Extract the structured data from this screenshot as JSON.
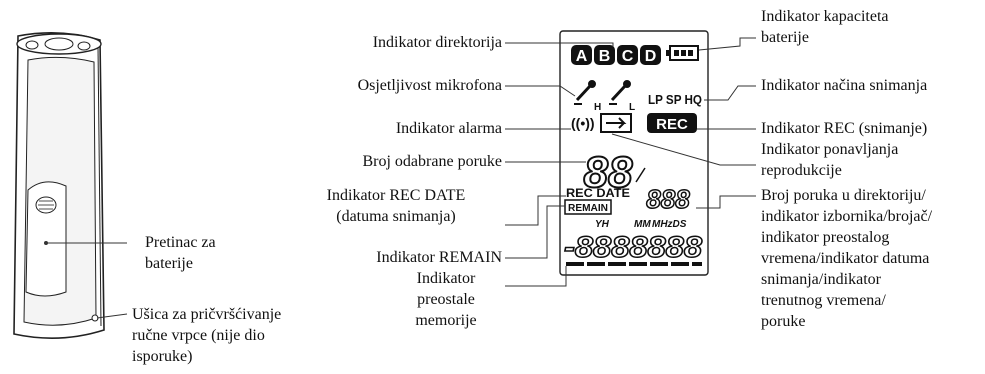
{
  "labels": {
    "directory": "Indikator direktorija",
    "mic_sensitivity": "Osjetljivost mikrofona",
    "alarm": "Indikator alarma",
    "selected_message": "Broj odabrane poruke",
    "rec_date_1": "Indikator REC DATE",
    "rec_date_2": "(datuma snimanja)",
    "remain": "Indikator REMAIN",
    "remaining_memory_1": "Indikator",
    "remaining_memory_2": "preostale",
    "remaining_memory_3": "memorije",
    "battery_capacity_1": "Indikator kapaciteta",
    "battery_capacity_2": "baterije",
    "rec_mode": "Indikator načina snimanja",
    "rec": "Indikator REC (snimanje)",
    "repeat_1": "Indikator ponavljanja",
    "repeat_2": "reprodukcije",
    "message_count_1": "Broj poruka u direktoriju/",
    "message_count_2": "indikator izbornika/brojač/",
    "message_count_3": "indikator preostalog",
    "message_count_4": "vremena/indikator datuma",
    "message_count_5": "snimanja/indikator",
    "message_count_6": "trenutnog vremena/",
    "message_count_7": "poruke",
    "battery_compartment_1": "Pretinac za",
    "battery_compartment_2": "baterije",
    "strap_hole_1": "Ušica za pričvršćivanje",
    "strap_hole_2": "ručne vrpce (nije dio",
    "strap_hole_3": "isporuke)"
  },
  "lcd": {
    "folders": [
      "A",
      "B",
      "C",
      "D"
    ],
    "mic_high_sub": "H",
    "mic_low_sub": "L",
    "modes": "LP SP HQ",
    "rec_badge": "REC",
    "alarm_glyph": "((•))",
    "message_digits": "88",
    "rec_date": "REC DATE",
    "remain": "REMAIN",
    "small_digits": "888",
    "yh": "YH",
    "mm": "MM",
    "mhzds": "MHzDS",
    "big_digits": "-8888888"
  }
}
